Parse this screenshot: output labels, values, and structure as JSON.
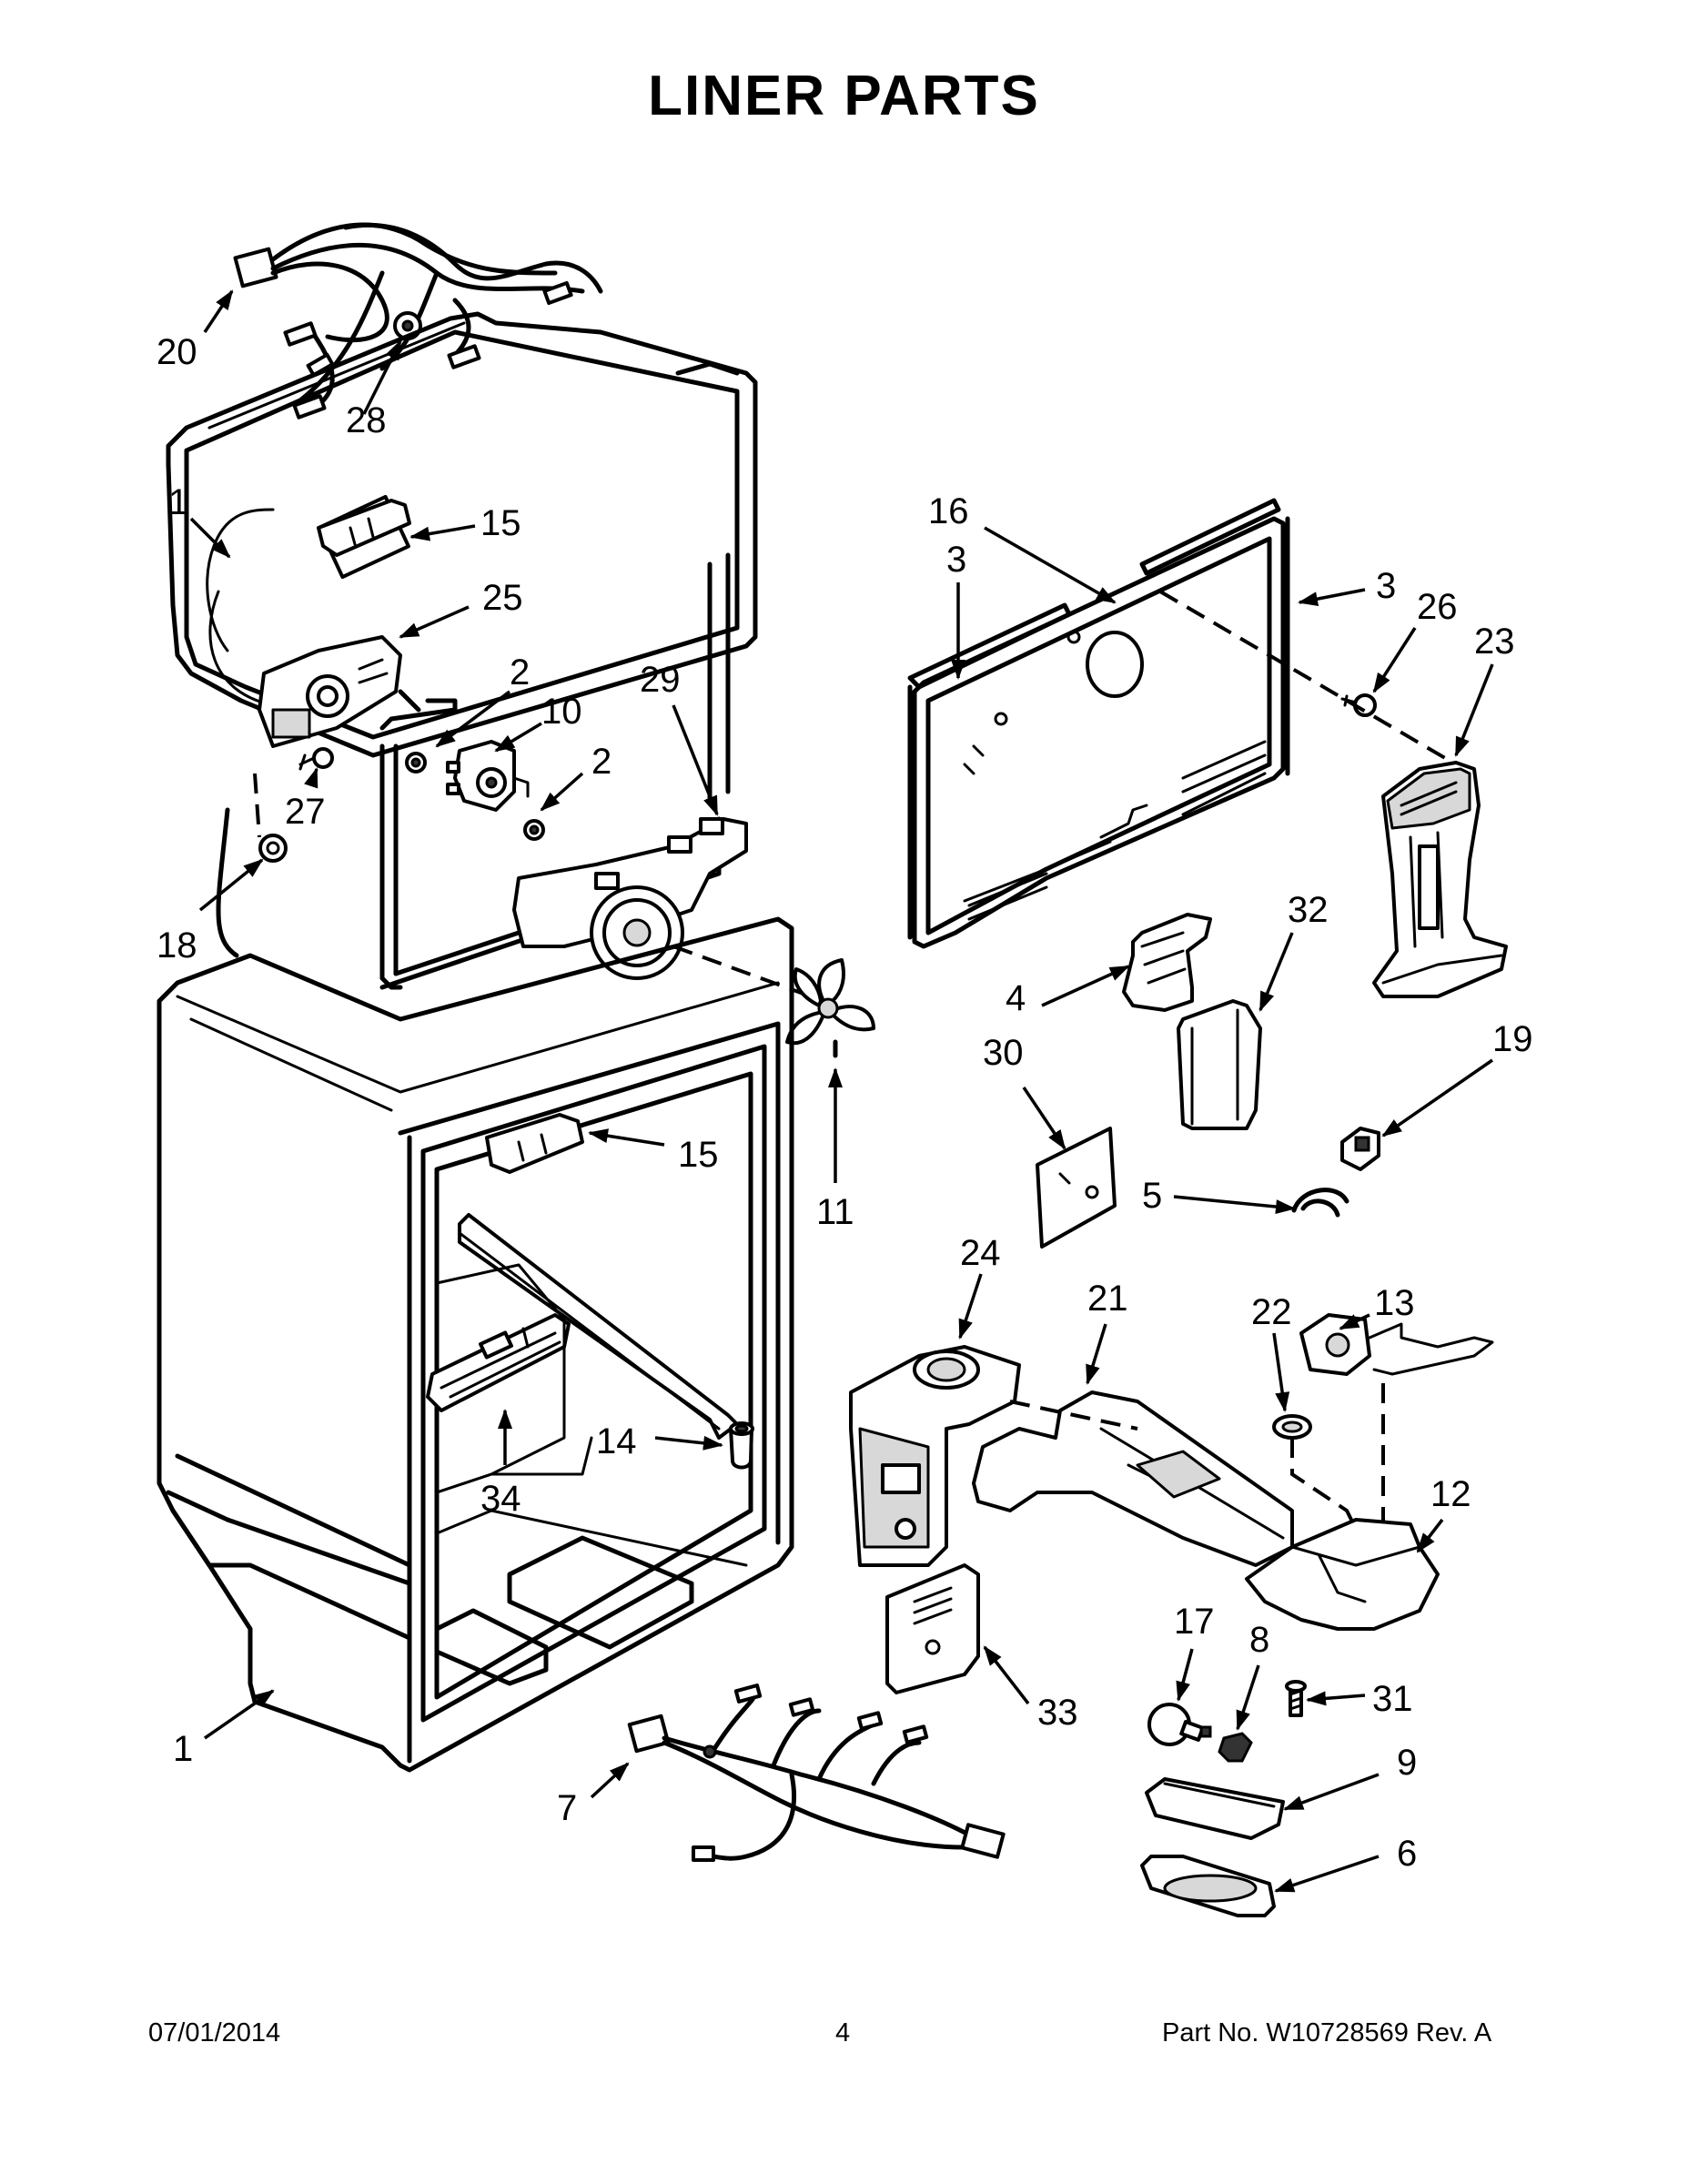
{
  "title": "LINER PARTS",
  "footer": {
    "date": "07/01/2014",
    "page": "4",
    "part_no": "Part No.  W10728569  Rev.  A"
  },
  "callouts": {
    "c20": "20",
    "c28": "28",
    "c1a": "1",
    "c15a": "15",
    "c25": "25",
    "c2a": "2",
    "c10": "10",
    "c2b": "2",
    "c29": "29",
    "c27": "27",
    "c18": "18",
    "c15b": "15",
    "c11": "11",
    "c34": "34",
    "c14": "14",
    "c1b": "1",
    "c7": "7",
    "c16": "16",
    "c3a": "3",
    "c3b": "3",
    "c26": "26",
    "c23": "23",
    "c4": "4",
    "c32": "32",
    "c30": "30",
    "c19": "19",
    "c5": "5",
    "c24": "24",
    "c21": "21",
    "c22": "22",
    "c13": "13",
    "c12": "12",
    "c17": "17",
    "c8": "8",
    "c31": "31",
    "c9": "9",
    "c6": "6",
    "c33": "33"
  }
}
